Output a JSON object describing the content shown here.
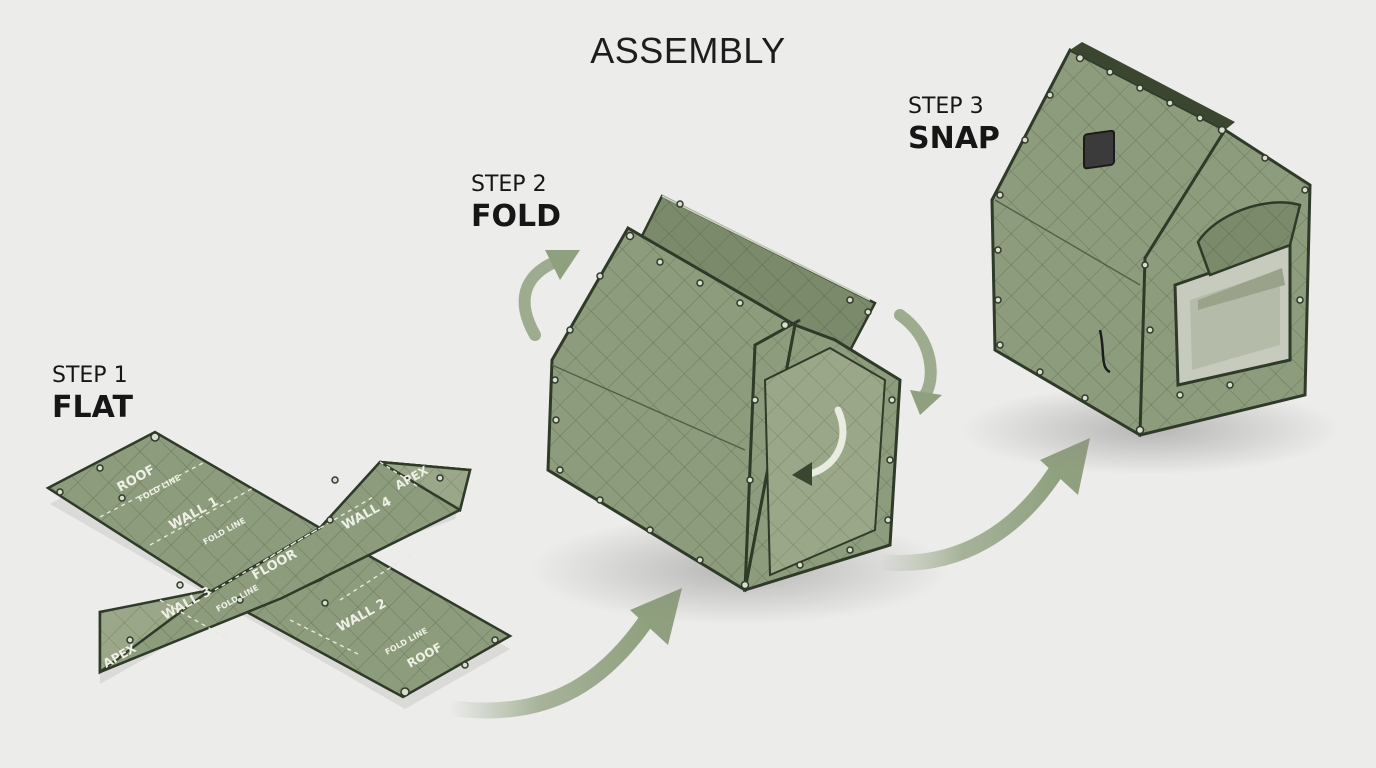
{
  "title": "ASSEMBLY",
  "steps": [
    {
      "number": "STEP 1",
      "label": "FLAT"
    },
    {
      "number": "STEP 2",
      "label": "FOLD"
    },
    {
      "number": "STEP 3",
      "label": "SNAP"
    }
  ],
  "panels": {
    "roof_top": "ROOF",
    "wall1": "WALL 1",
    "wall4": "WALL 4",
    "apex_right": "APEX",
    "floor": "FLOOR",
    "wall3": "WALL 3",
    "wall2": "WALL 2",
    "apex_left": "APEX",
    "roof_bottom": "ROOF",
    "fold_line": "FOLD LINE"
  },
  "colors": {
    "fabric": "#8d9c7c",
    "fabric_dark": "#6f7f60",
    "edge": "#2f3a28",
    "arrow": "#8fa07e",
    "background": "#ececeb"
  }
}
